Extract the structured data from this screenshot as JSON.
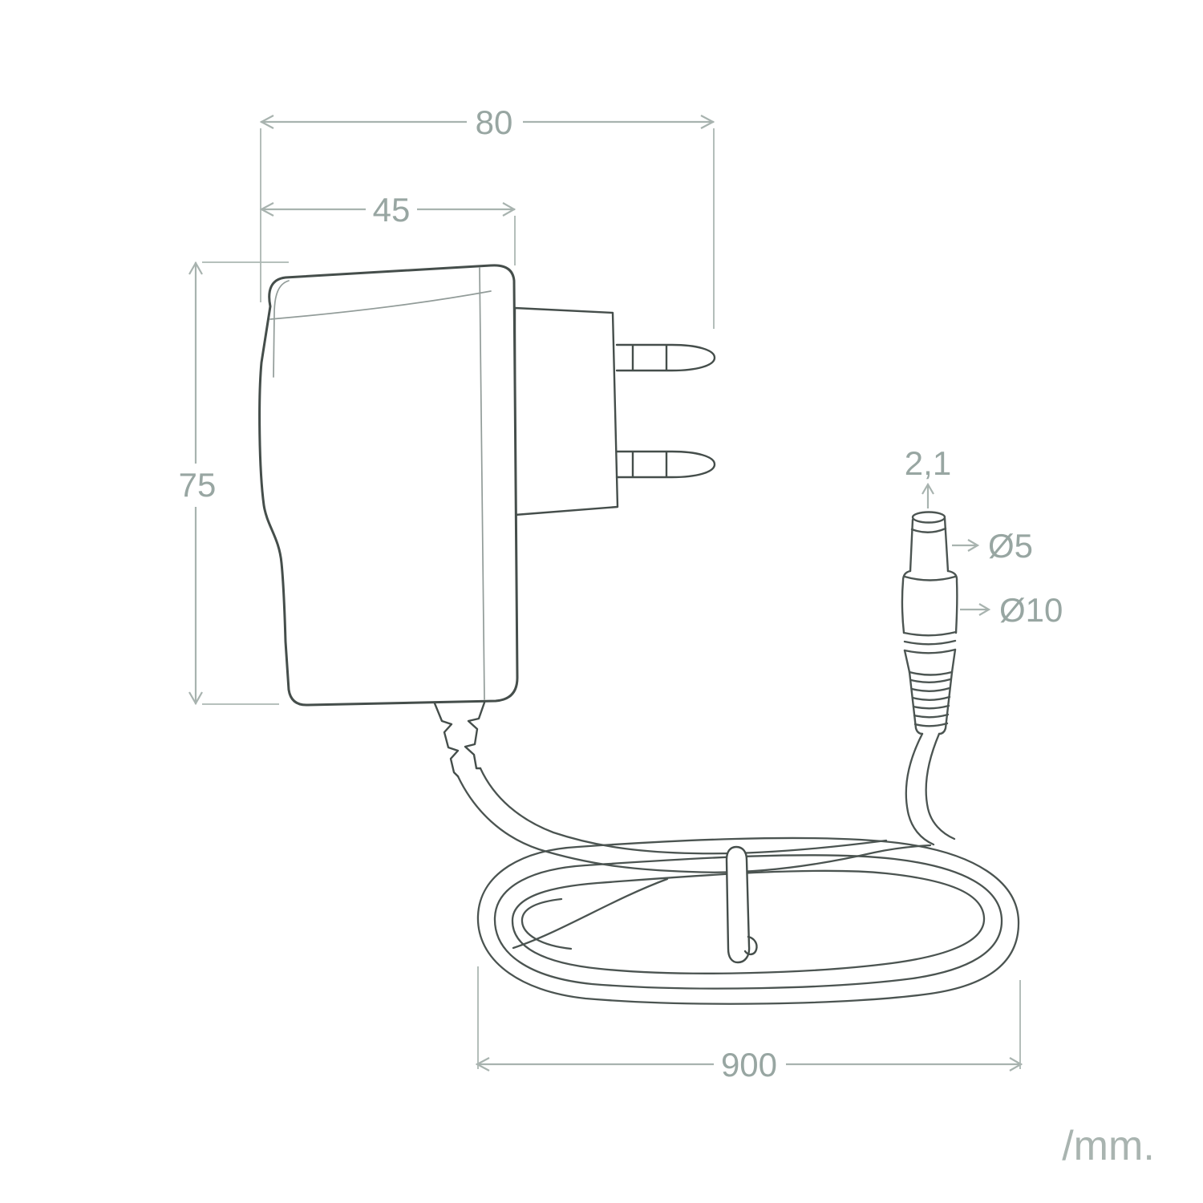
{
  "units_label": "/mm.",
  "drawing_labels": {
    "overall_width": "80",
    "front_width": "45",
    "body_height": "75",
    "cable_length": "900",
    "tip_diameter": "2,1",
    "plug_diameter_small": "Ø5",
    "plug_diameter_large": "Ø10"
  },
  "colors": {
    "background": "#ffffff",
    "outline_dark": "#454e4b",
    "outline_light": "#929c99",
    "cable_line": "#4b5451",
    "dimension_line": "#a8b3af",
    "dimension_text": "#98a6a2"
  }
}
